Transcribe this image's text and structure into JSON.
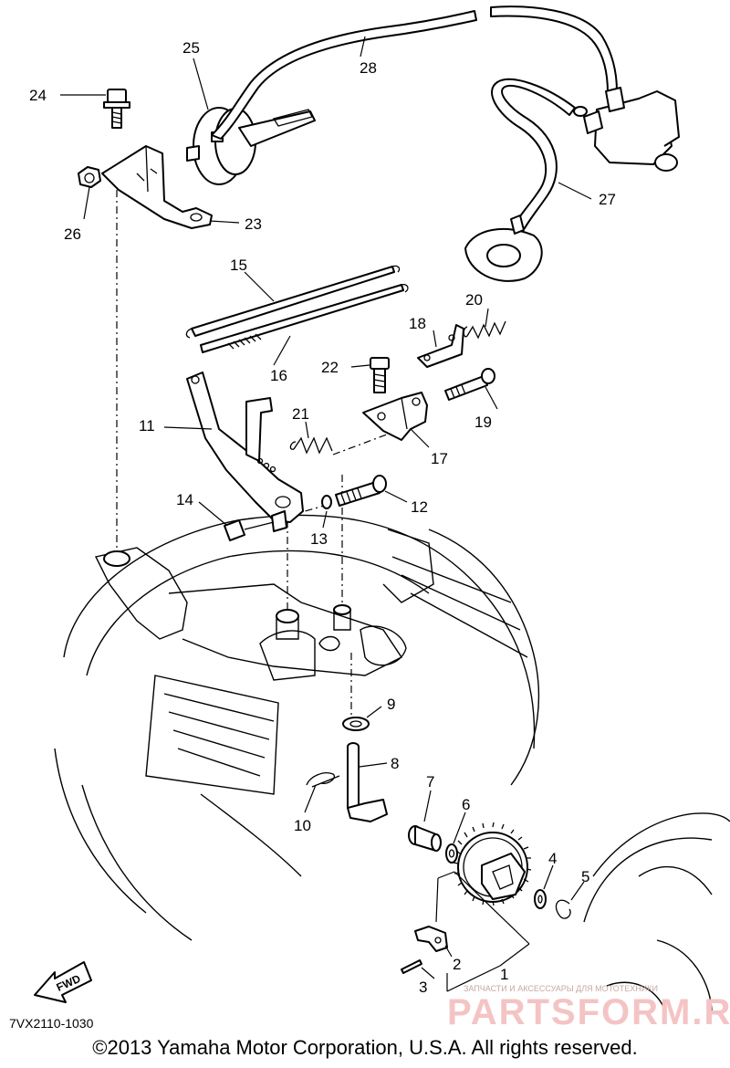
{
  "figure_code": "7VX2110-1030",
  "copyright": "©2013 Yamaha Motor Corporation, U.S.A. All rights reserved.",
  "fwd_label": "FWD",
  "watermark": {
    "small": "ЗАПЧАСТИ И АКСЕССУАРЫ ДЛЯ МОТОТЕХНИКИ",
    "large": "PARTSFORM.RU"
  },
  "callouts": {
    "c1": "1",
    "c2": "2",
    "c3": "3",
    "c4": "4",
    "c5": "5",
    "c6": "6",
    "c7": "7",
    "c8": "8",
    "c9": "9",
    "c10": "10",
    "c11": "11",
    "c12": "12",
    "c13": "13",
    "c14": "14",
    "c15": "15",
    "c16": "16",
    "c17": "17",
    "c18": "18",
    "c19": "19",
    "c20": "20",
    "c21": "21",
    "c22": "22",
    "c23": "23",
    "c24": "24",
    "c25": "25",
    "c26": "26",
    "c27": "27",
    "c28": "28"
  }
}
